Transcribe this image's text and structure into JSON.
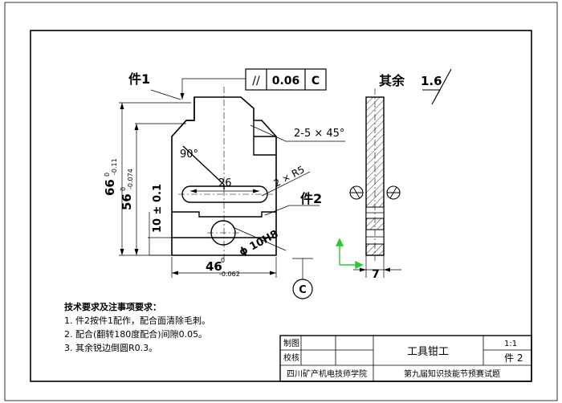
{
  "drawing": {
    "part1_label": "件1",
    "part2_label": "件2",
    "tol_symbol": "//",
    "tol_value": "0.06",
    "tol_datum": "C",
    "datum_label": "C",
    "rest_label": "其余",
    "rest_roughness": "1.6",
    "chamfer": "2-5 × 45°",
    "radius": "2 × R5",
    "angle": "90°",
    "dim_26": "26",
    "dim_66": "66",
    "dim_66_tol": "-0.11",
    "dim_56": "56",
    "dim_56_tol": "-0.074",
    "dim_10": "10 ± 0.1",
    "dim_46": "46",
    "dim_46_tol": "-0.062",
    "hole": "ϕ 10H8",
    "dim_7": "7",
    "sup_zero": "0"
  },
  "notes": {
    "title": "技术要求及注事项要求：",
    "items": [
      "1. 件2按件1配作，配合面清除毛刺。",
      "2. 配合(翻转180度配合)间隙0.05。",
      "3. 其余锐边倒圆R0.3。"
    ]
  },
  "title_block": {
    "drawn_by": "制图",
    "checked_by": "校核",
    "part_name": "工具钳工",
    "scale": "1:1",
    "part_no": "件 2",
    "school": "四川矿产机电技师学院",
    "event": "第九届知识技能节预赛试题"
  }
}
